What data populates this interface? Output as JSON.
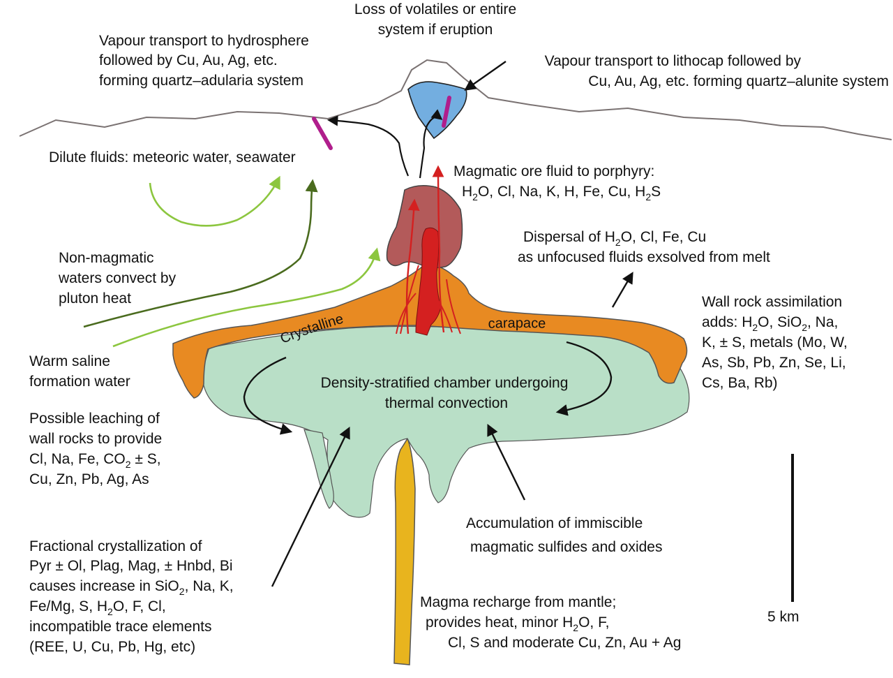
{
  "labels": {
    "eruption_l1": "Loss of volatiles or entire",
    "eruption_l2": "system if eruption",
    "hydro_l1": "Vapour transport to hydrosphere",
    "hydro_l2": "followed by Cu, Au, Ag, etc.",
    "hydro_l3": "forming quartz–adularia system",
    "litho_l1": "Vapour transport to lithocap followed by",
    "litho_l2": "Cu, Au, Ag, etc. forming quartz–alunite system",
    "dilute": "Dilute fluids: meteoric water, seawater",
    "magmatic_l1": "Magmatic ore fluid to porphyry:",
    "magmatic_l2_a": "H",
    "magmatic_l2_sub1": "2",
    "magmatic_l2_b": "O, Cl, Na, K, H, Fe, Cu, H",
    "magmatic_l2_sub2": "2",
    "magmatic_l2_c": "S",
    "dispersal_l1_a": "Dispersal of H",
    "dispersal_l1_sub": "2",
    "dispersal_l1_b": "O, Cl, Fe, Cu",
    "dispersal_l2": "as unfocused fluids exsolved from melt",
    "nonmag_l1": "Non-magmatic",
    "nonmag_l2": "waters convect by",
    "nonmag_l3": "pluton heat",
    "crystalline": "Crystalline",
    "carapace": "carapace",
    "wall_l1": "Wall rock assimilation",
    "wall_l2_a": "adds:  H",
    "wall_l2_sub1": "2",
    "wall_l2_b": "O, SiO",
    "wall_l2_sub2": "2",
    "wall_l2_c": ", Na,",
    "wall_l3": "K, ± S, metals (Mo, W,",
    "wall_l4": "As, Sb, Pb, Zn, Se, Li,",
    "wall_l5": "Cs, Ba, Rb)",
    "warm_l1": "Warm saline",
    "warm_l2": "formation water",
    "chamber_l1": "Density-stratified chamber undergoing",
    "chamber_l2": "thermal convection",
    "leach_l1": "Possible leaching of",
    "leach_l2": "wall rocks to provide",
    "leach_l3_a": "Cl, Na, Fe, CO",
    "leach_l3_sub": "2",
    "leach_l3_b": " ± S,",
    "leach_l4": "Cu, Zn, Pb, Ag, As",
    "accum_l1": "Accumulation of immiscible",
    "accum_l2": "magmatic sulfides and oxides",
    "frac_l1": "Fractional crystallization of",
    "frac_l2": "Pyr ± Ol, Plag, Mag, ± Hnbd, Bi",
    "frac_l3_a": "causes increase in SiO",
    "frac_l3_sub": "2",
    "frac_l3_b": ", Na, K,",
    "frac_l4_a": "Fe/Mg, S, H",
    "frac_l4_sub": "2",
    "frac_l4_b": "O, F, Cl,",
    "frac_l5": "incompatible trace elements",
    "frac_l6": "(REE, U, Cu, Pb, Hg, etc)",
    "recharge_l1": "Magma recharge from mantle;",
    "recharge_l2_a": "provides heat, minor H",
    "recharge_l2_sub": "2",
    "recharge_l2_b": "O, F,",
    "recharge_l3": "Cl, S and moderate Cu, Zn, Au + Ag",
    "scale": "5 km"
  },
  "colors": {
    "chamber": "#b9dfc7",
    "carapace": "#e88a22",
    "porphyry": "#b35a5a",
    "dike": "#d42020",
    "feeder": "#e8b41e",
    "lithocap": "#73aee0",
    "vein": "#b01e8c",
    "light_green_arrow": "#8cc63f",
    "dark_green_arrow": "#4a6b1e",
    "red_arrow": "#d42020"
  }
}
